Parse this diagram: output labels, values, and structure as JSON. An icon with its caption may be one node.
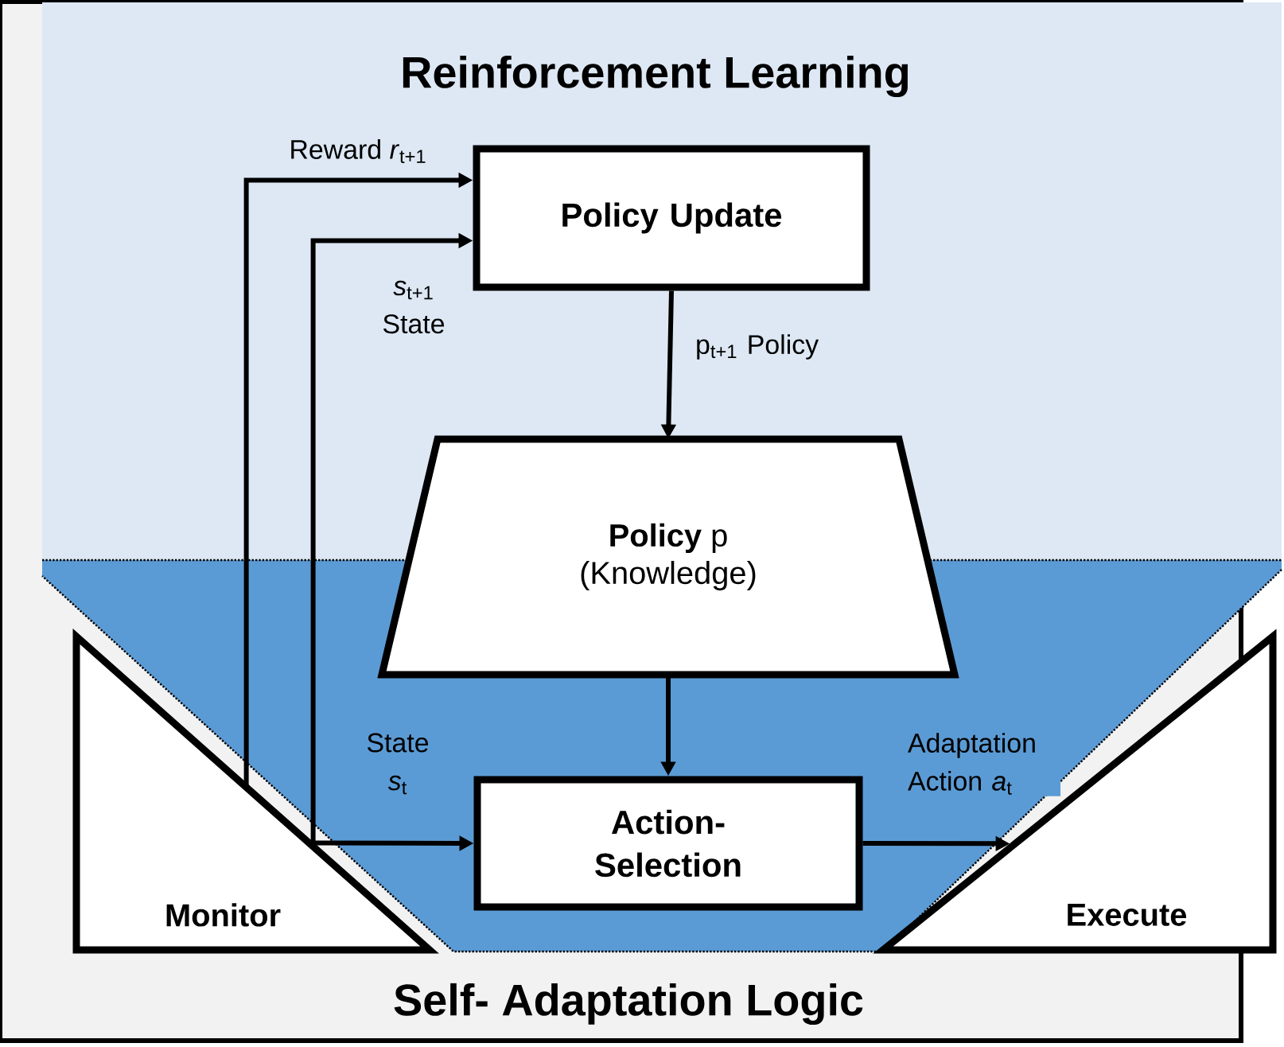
{
  "diagram": {
    "nodes": [
      {
        "text": [
          "Self- Adaptation Logic"
        ]
      },
      {
        "text": [
          "Reinforcement Learning"
        ],
        "in": 0
      },
      {
        "text": [
          "Policy Update"
        ],
        "in": 1
      },
      {
        "text": [
          "**Policy** p",
          "(Knowledge)"
        ],
        "in": 0
      },
      {
        "text": [
          "Monitor"
        ],
        "in": 0
      },
      {
        "text": [
          "Action- Selection"
        ],
        "in": 0
      },
      {
        "text": [
          "Execute"
        ],
        "in": 0
      }
    ],
    "edges": [
      {
        "from": 4,
        "to": 2,
        "arrow": "to",
        "label": "Reward *r*$_{t+1}$"
      },
      {
        "from": 4,
        "to": 2,
        "arrow": "to",
        "label": "*s*$_{t+1}$ State"
      },
      {
        "from": 2,
        "to": 3,
        "arrow": "to",
        "label": "p$_{t+1}$ Policy"
      },
      {
        "from": 3,
        "to": 5,
        "arrow": "to"
      },
      {
        "from": 4,
        "to": 5,
        "arrow": "to",
        "label": "State *s*$_{t}$"
      },
      {
        "from": 5,
        "to": 6,
        "arrow": "to",
        "label": "Adaptation Action *a*$_{t}$"
      }
    ]
  }
}
